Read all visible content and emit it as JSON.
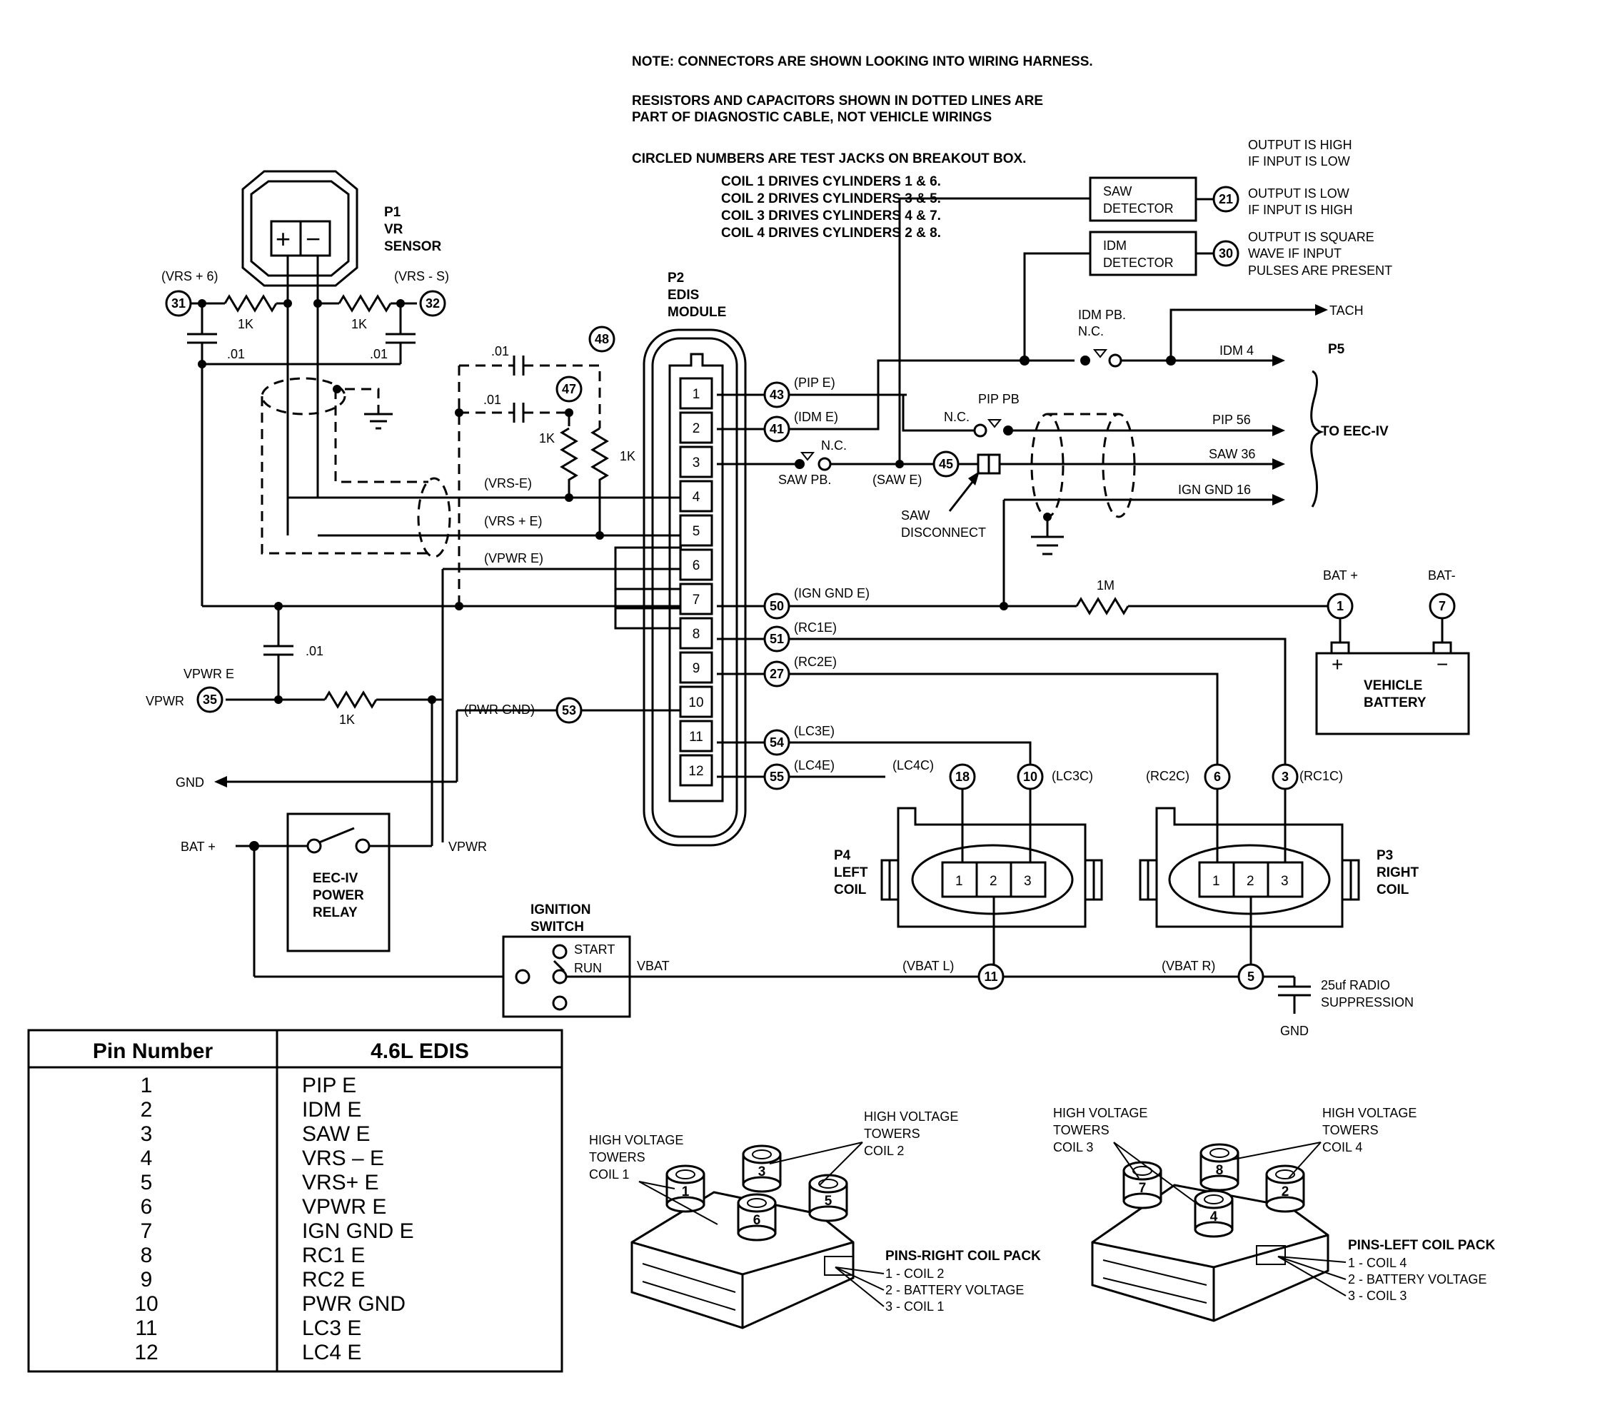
{
  "notes": {
    "line1": "NOTE: CONNECTORS ARE SHOWN LOOKING INTO WIRING HARNESS.",
    "line2a": "RESISTORS AND CAPACITORS SHOWN IN DOTTED LINES ARE",
    "line2b": "PART OF DIAGNOSTIC CABLE, NOT VEHICLE WIRINGS",
    "line3": "CIRCLED NUMBERS ARE TEST JACKS ON BREAKOUT BOX.",
    "coil1": "COIL 1 DRIVES CYLINDERS 1 & 6.",
    "coil2": "COIL 2 DRIVES CYLINDERS 3 & 5.",
    "coil3": "COIL 3 DRIVES CYLINDERS 4 & 7.",
    "coil4": "COIL 4 DRIVES CYLINDERS 2 & 8."
  },
  "detectors": {
    "saw_line1": "SAW",
    "saw_line2": "DETECTOR",
    "idm_line1": "IDM",
    "idm_line2": "DETECTOR",
    "out_high_1": "OUTPUT IS HIGH",
    "out_high_2": "IF INPUT IS LOW",
    "out_low_1": "OUTPUT IS LOW",
    "out_low_2": "IF INPUT IS HIGH",
    "out_sq_1": "OUTPUT IS SQUARE",
    "out_sq_2": "WAVE IF INPUT",
    "out_sq_3": "PULSES ARE PRESENT"
  },
  "jacks": {
    "j21": "21",
    "j30": "30",
    "j31": "31",
    "j32": "32",
    "j48": "48",
    "j47": "47",
    "j43": "43",
    "j41": "41",
    "j45": "45",
    "j50": "50",
    "j51": "51",
    "j27": "27",
    "j53": "53",
    "j54": "54",
    "j55": "55",
    "j35": "35",
    "j18": "18",
    "j10": "10",
    "j6": "6",
    "j3": "3",
    "j1": "1",
    "j7": "7",
    "j11": "11",
    "j5": "5"
  },
  "sensor": {
    "p1": "P1",
    "vr": "VR",
    "sensor": "SENSOR",
    "plus": "+",
    "minus": "−"
  },
  "module": {
    "p2": "P2",
    "edis": "EDIS",
    "module": "MODULE",
    "pins": [
      "1",
      "2",
      "3",
      "4",
      "5",
      "6",
      "7",
      "8",
      "9",
      "10",
      "11",
      "12"
    ]
  },
  "labels": {
    "vrs_plus_6": "(VRS + 6)",
    "vrs_minus_s": "(VRS - S)",
    "r1k_a": "1K",
    "r1k_b": "1K",
    "r1k_c": "1K",
    "r1k_d": "1K",
    "r1k_e": "1K",
    "c01_a": ".01",
    "c01_b": ".01",
    "c01_c": ".01",
    "c01_d": ".01",
    "c01_e": ".01",
    "pip_e": "(PIP E)",
    "idm_e": "(IDM E)",
    "saw_e": "(SAW E)",
    "vrs_e_minus": "(VRS-E)",
    "vrs_e_plus": "(VRS + E)",
    "vpwr_e_label": "(VPWR E)",
    "ign_gnd_e": "(IGN GND E)",
    "rc1e": "(RC1E)",
    "rc2e": "(RC2E)",
    "pwr_gnd": "(PWR GND)",
    "lc3e": "(LC3E)",
    "lc4e": "(LC4E)",
    "lc4c": "(LC4C)",
    "lc3c": "(LC3C)",
    "rc2c": "(RC2C)",
    "rc1c": "(RC1C)",
    "saw_pb": "SAW PB.",
    "nc_a": "N.C.",
    "nc_b": "N.C.",
    "nc_c": "N.C.",
    "pip_pb": "PIP  PB",
    "idm_pb": "IDM PB.",
    "tach": "TACH",
    "idm4": "IDM 4",
    "pip56": "PIP 56",
    "saw36": "SAW 36",
    "ign_gnd16": "IGN GND 16",
    "p5": "P5",
    "to_eec": "TO EEC-IV",
    "saw_disc_1": "SAW",
    "saw_disc_2": "DISCONNECT",
    "r1m": "1M",
    "bat_plus": "BAT +",
    "bat_minus": "BAT-",
    "vehicle": "VEHICLE",
    "battery": "BATTERY",
    "batt_pos": "+",
    "batt_neg": "−",
    "vpwr_e": "VPWR E",
    "vpwr_left": "VPWR",
    "gnd_left": "GND",
    "bat_plus_left": "BAT +",
    "relay1": "EEC-IV",
    "relay2": "POWER",
    "relay3": "RELAY",
    "vpwr_relay": "VPWR",
    "ign1": "IGNITION",
    "ign2": "SWITCH",
    "start": "START",
    "run": "RUN",
    "vbat": "VBAT",
    "vbat_l": "(VBAT L)",
    "vbat_r": "(VBAT R)",
    "radio1": "25uf RADIO",
    "radio2": "SUPPRESSION",
    "gnd_bottom": "GND",
    "p4": "P4",
    "left": "LEFT",
    "coil_l": "COIL",
    "p3": "P3",
    "right": "RIGHT",
    "coil_r": "COIL",
    "coil_pin1": "1",
    "coil_pin2": "2",
    "coil_pin3": "3"
  },
  "table": {
    "col1": "Pin Number",
    "col2": "4.6L EDIS",
    "rows": [
      {
        "pin": "1",
        "name": "PIP  E"
      },
      {
        "pin": "2",
        "name": "IDM  E"
      },
      {
        "pin": "3",
        "name": "SAW  E"
      },
      {
        "pin": "4",
        "name": "VRS –  E"
      },
      {
        "pin": "5",
        "name": "VRS+  E"
      },
      {
        "pin": "6",
        "name": "VPWR  E"
      },
      {
        "pin": "7",
        "name": "IGN  GND  E"
      },
      {
        "pin": "8",
        "name": "RC1  E"
      },
      {
        "pin": "9",
        "name": "RC2  E"
      },
      {
        "pin": "10",
        "name": "PWR  GND"
      },
      {
        "pin": "11",
        "name": "LC3  E"
      },
      {
        "pin": "12",
        "name": "LC4  E"
      }
    ]
  },
  "coilpacks": {
    "right_hv1": "HIGH VOLTAGE",
    "right_hv2": "TOWERS",
    "right_hv3": "COIL 1",
    "right_hv4": "HIGH VOLTAGE",
    "right_hv5": "TOWERS",
    "right_hv6": "COIL 2",
    "right_pins_title": "PINS-RIGHT COIL PACK",
    "right_pin1": "1 - COIL 2",
    "right_pin2": "2 - BATTERY VOLTAGE",
    "right_pin3": "3 - COIL 1",
    "right_towers": [
      "1",
      "3",
      "6",
      "5"
    ],
    "left_hv1": "HIGH VOLTAGE",
    "left_hv2": "TOWERS",
    "left_hv3": "COIL 3",
    "left_hv4": "HIGH VOLTAGE",
    "left_hv5": "TOWERS",
    "left_hv6": "COIL 4",
    "left_pins_title": "PINS-LEFT COIL PACK",
    "left_pin1": "1 - COIL 4",
    "left_pin2": "2 - BATTERY VOLTAGE",
    "left_pin3": "3 - COIL 3",
    "left_towers": [
      "7",
      "8",
      "4",
      "2"
    ]
  }
}
